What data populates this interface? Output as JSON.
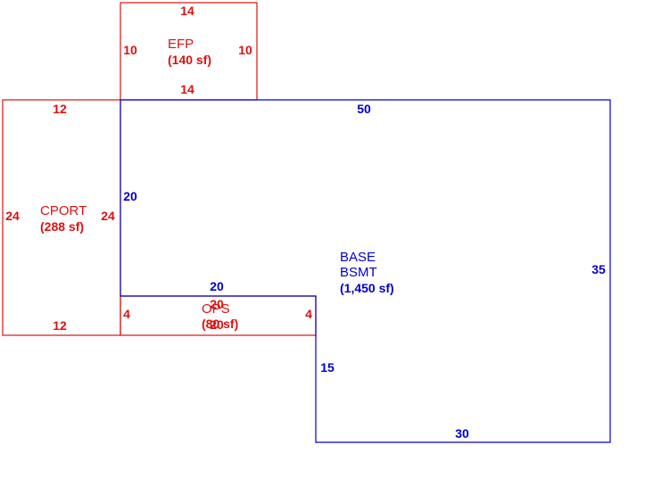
{
  "colors": {
    "base": "#0000cc",
    "other": "#dd1111"
  },
  "areas": {
    "efp": {
      "name": "EFP",
      "sf": "(140 sf)",
      "dims": {
        "top": "14",
        "bottom": "14",
        "left": "10",
        "right": "10"
      }
    },
    "cport": {
      "name": "CPORT",
      "sf": "(288 sf)",
      "dims": {
        "top": "12",
        "bottom": "12",
        "left": "24",
        "right": "24"
      }
    },
    "ops": {
      "name": "OPS",
      "sf": "(80 sf)",
      "dims": {
        "top": "20",
        "bottom": "20",
        "left": "4",
        "right": "4"
      }
    },
    "base": {
      "name_line1": "BASE",
      "name_line2": "BSMT",
      "sf": "(1,450 sf)",
      "dims": {
        "top": "50",
        "right": "35",
        "bottom": "30",
        "left_upper": "20",
        "notch_top": "20",
        "notch_side": "15"
      }
    }
  }
}
